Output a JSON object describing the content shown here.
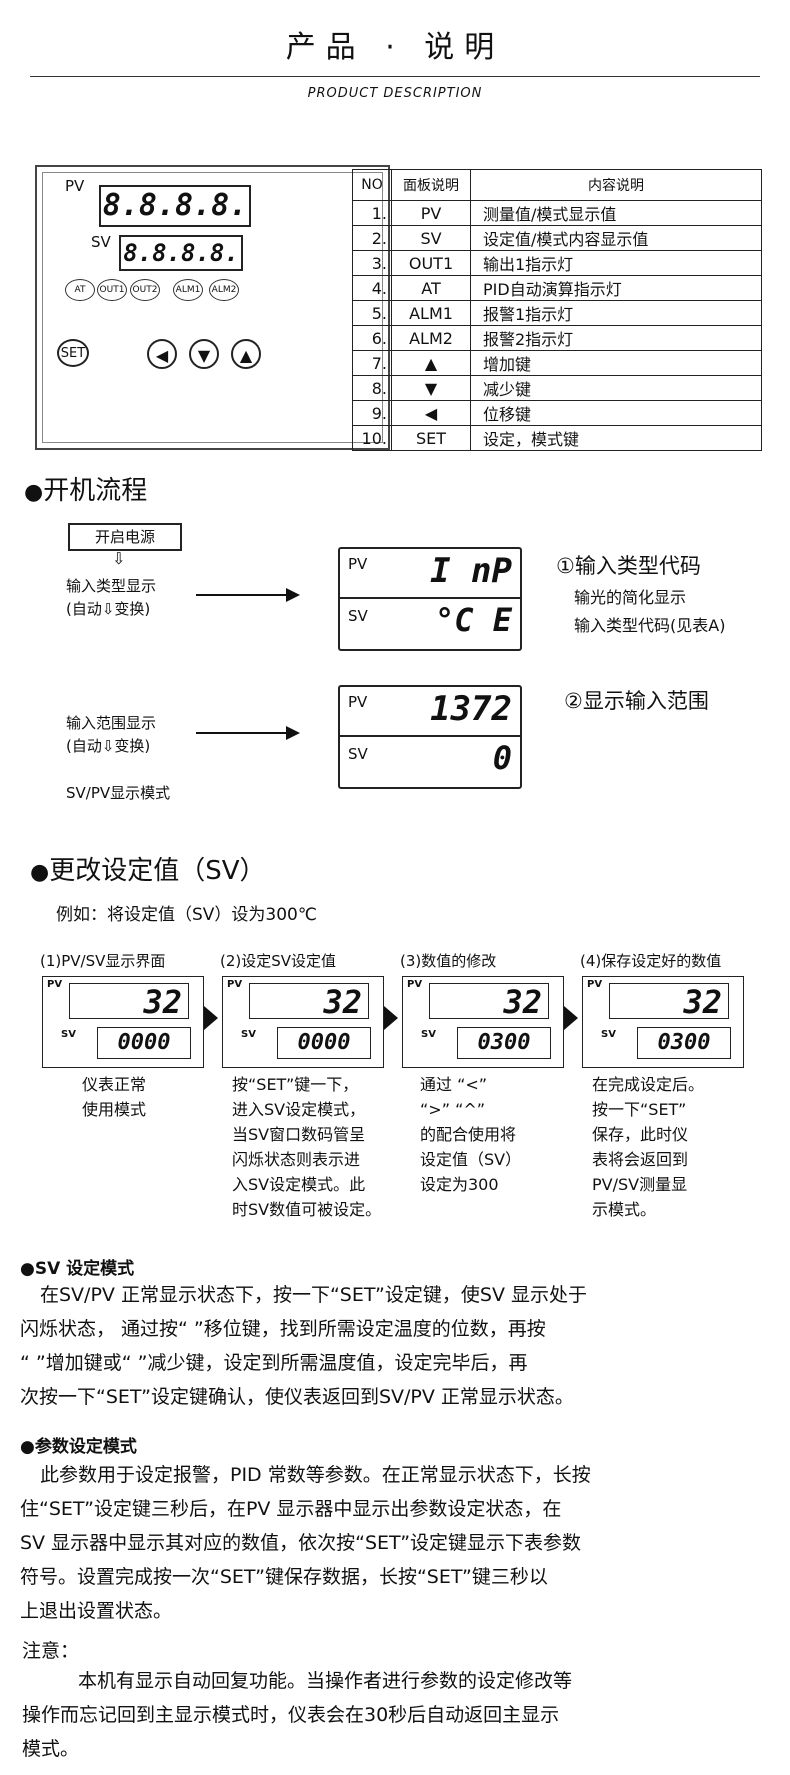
{
  "header": {
    "title": "产品 · 说明",
    "subtitle": "PRODUCT DESCRIPTION"
  },
  "panel": {
    "pv_label": "PV",
    "pv_value": "8.8.8.8.",
    "sv_label": "SV",
    "sv_value": "8.8.8.8.",
    "leds": [
      "AT",
      "OUT1",
      "OUT2",
      "ALM1",
      "ALM2"
    ],
    "set_label": "SET"
  },
  "table": {
    "headers": [
      "NO",
      "面板说明",
      "内容说明"
    ],
    "rows": [
      {
        "no": "1.",
        "panel": "PV",
        "desc": "测量值/模式显示值"
      },
      {
        "no": "2.",
        "panel": "SV",
        "desc": "设定值/模式内容显示值"
      },
      {
        "no": "3.",
        "panel": "OUT1",
        "desc": "输出1指示灯"
      },
      {
        "no": "4.",
        "panel": "AT",
        "desc": "PID自动演算指示灯"
      },
      {
        "no": "5.",
        "panel": "ALM1",
        "desc": "报警1指示灯"
      },
      {
        "no": "6.",
        "panel": "ALM2",
        "desc": "报警2指示灯"
      },
      {
        "no": "7.",
        "panel": "▲",
        "desc": "增加键"
      },
      {
        "no": "8.",
        "panel": "▼",
        "desc": "减少键"
      },
      {
        "no": "9.",
        "panel": "◀",
        "desc": "位移键"
      },
      {
        "no": "10.",
        "panel": "SET",
        "desc": "设定，模式键"
      }
    ]
  },
  "startup": {
    "heading": "开机流程",
    "power_box": "开启电源",
    "arrow_glyph": "⇩",
    "step1_line1": "输入类型显示",
    "step1_line2": "(自动⇩变换)",
    "disp1_pv_label": "PV",
    "disp1_pv": "I nP",
    "disp1_sv_label": "SV",
    "disp1_sv": "°C  E",
    "note1_title": "①输入类型代码",
    "note1_line1": "输光的简化显示",
    "note1_line2": "输入类型代码(见表A)",
    "step2_line1": "输入范围显示",
    "step2_line2": "(自动⇩变换)",
    "disp2_pv_label": "PV",
    "disp2_pv": "1372",
    "disp2_sv_label": "SV",
    "disp2_sv": "0",
    "note2_title": "②显示输入范围",
    "mode_label": "SV/PV显示模式"
  },
  "change_sv": {
    "heading": "更改设定值（SV）",
    "example": "例如：将设定值（SV）设为300℃",
    "steps": [
      {
        "title": "(1)PV/SV显示界面",
        "pv": "32",
        "sv": "0000",
        "desc": [
          "仪表正常",
          "使用模式"
        ]
      },
      {
        "title": "(2)设定SV设定值",
        "pv": "32",
        "sv": "0000",
        "desc": [
          "按“SET”键一下，",
          "进入SV设定模式，",
          "当SV窗口数码管呈",
          "闪烁状态则表示进",
          "入SV设定模式。此",
          "时SV数值可被设定。"
        ]
      },
      {
        "title": "(3)数值的修改",
        "pv": "32",
        "sv": "0300",
        "desc": [
          "通过 “<”",
          "“>” “^”",
          "的配合使用将",
          "设定值（SV）",
          "设定为300"
        ]
      },
      {
        "title": "(4)保存设定好的数值",
        "pv": "32",
        "sv": "0300",
        "desc": [
          "在完成设定后。",
          "按一下“SET”",
          "保存，此时仪",
          "表将会返回到",
          "PV/SV测量显",
          "示模式。"
        ]
      }
    ],
    "pv_label": "PV",
    "sv_label": "SV"
  },
  "sv_mode": {
    "heading": "●SV 设定模式",
    "lines": [
      "在SV/PV 正常显示状态下，按一下“SET”设定键，使SV 显示处于",
      "闪烁状态， 通过按“ ”移位键，找到所需设定温度的位数，再按",
      "“ ”增加键或“ ”减少键，设定到所需温度值，设定完毕后，再",
      "次按一下“SET”设定键确认，使仪表返回到SV/PV 正常显示状态。"
    ]
  },
  "param_mode": {
    "heading": "●参数设定模式",
    "lines": [
      "此参数用于设定报警，PID 常数等参数。在正常显示状态下，长按",
      "住“SET”设定键三秒后，在PV 显示器中显示出参数设定状态，在",
      "SV 显示器中显示其对应的数值，依次按“SET”设定键显示下表参数",
      "符号。设置完成按一次“SET”键保存数据，长按“SET”键三秒以",
      "上退出设置状态。"
    ]
  },
  "notice": {
    "heading": "注意：",
    "lines": [
      "本机有显示自动回复功能。当操作者进行参数的设定修改等",
      "操作而忘记回到主显示模式时，仪表会在30秒后自动返回主显示",
      "模式。"
    ]
  }
}
